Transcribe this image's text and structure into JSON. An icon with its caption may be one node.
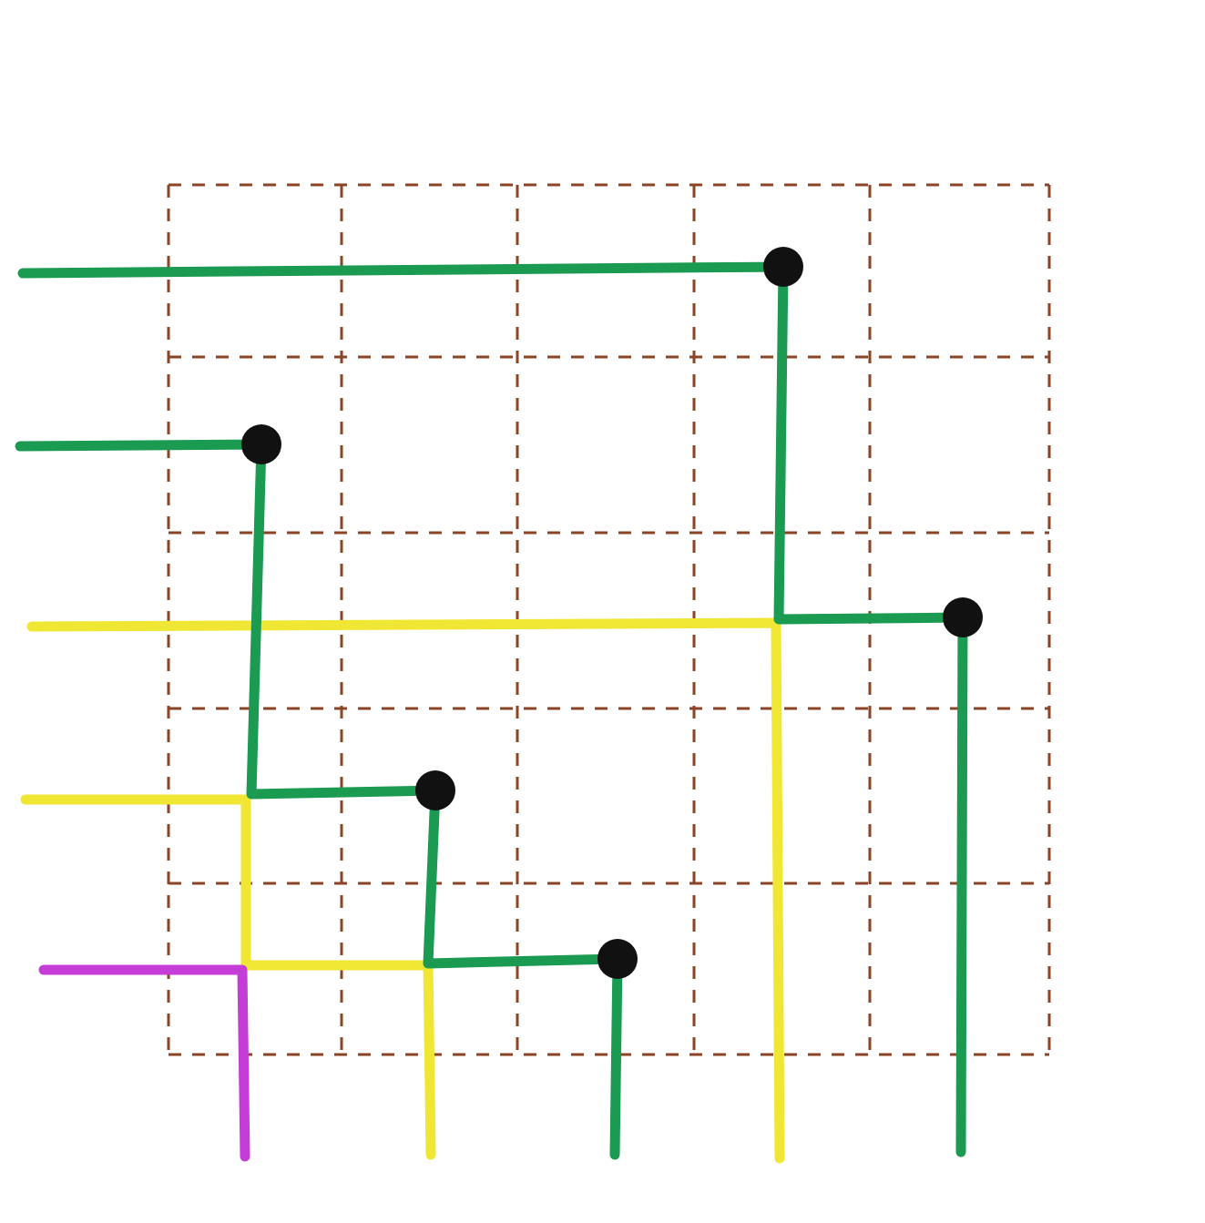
{
  "diagram": {
    "nodes": [
      {
        "text": [],
        "shape": "circle"
      },
      {
        "text": [],
        "shape": "circle"
      },
      {
        "text": [],
        "shape": "circle"
      },
      {
        "text": [],
        "shape": "circle"
      },
      {
        "text": [],
        "shape": "circle"
      }
    ],
    "edges": [
      {
        "from": null,
        "to": 0,
        "arrow": "none"
      },
      {
        "from": 0,
        "to": 2,
        "arrow": "none"
      },
      {
        "from": null,
        "to": 1,
        "arrow": "none"
      },
      {
        "from": 1,
        "to": 3,
        "arrow": "none"
      },
      {
        "from": 3,
        "to": 4,
        "arrow": "none"
      },
      {
        "from": 2,
        "to": null,
        "arrow": "none"
      },
      {
        "from": 4,
        "to": null,
        "arrow": "none"
      }
    ]
  }
}
